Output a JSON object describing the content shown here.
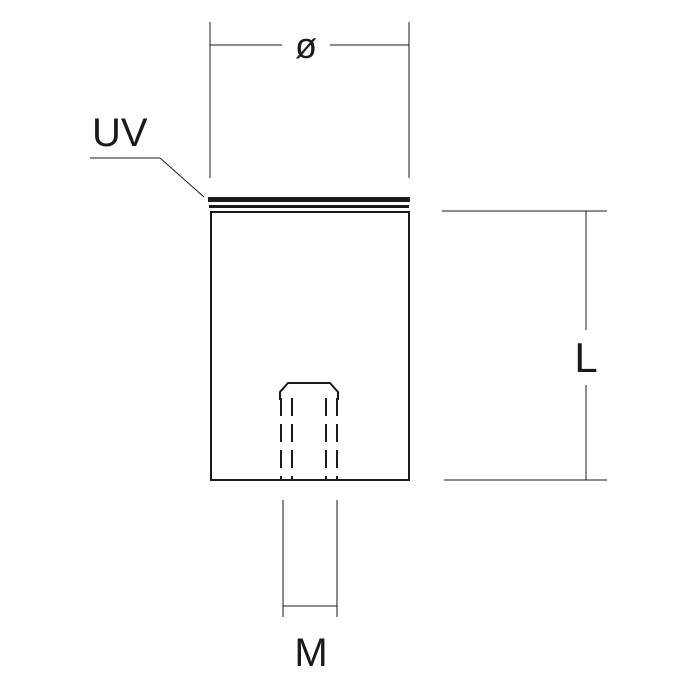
{
  "labels": {
    "diameter": "ø",
    "coating": "UV",
    "length": "L",
    "thread": "M"
  },
  "colors": {
    "line": "#1a1a1a",
    "background": "#ffffff"
  }
}
